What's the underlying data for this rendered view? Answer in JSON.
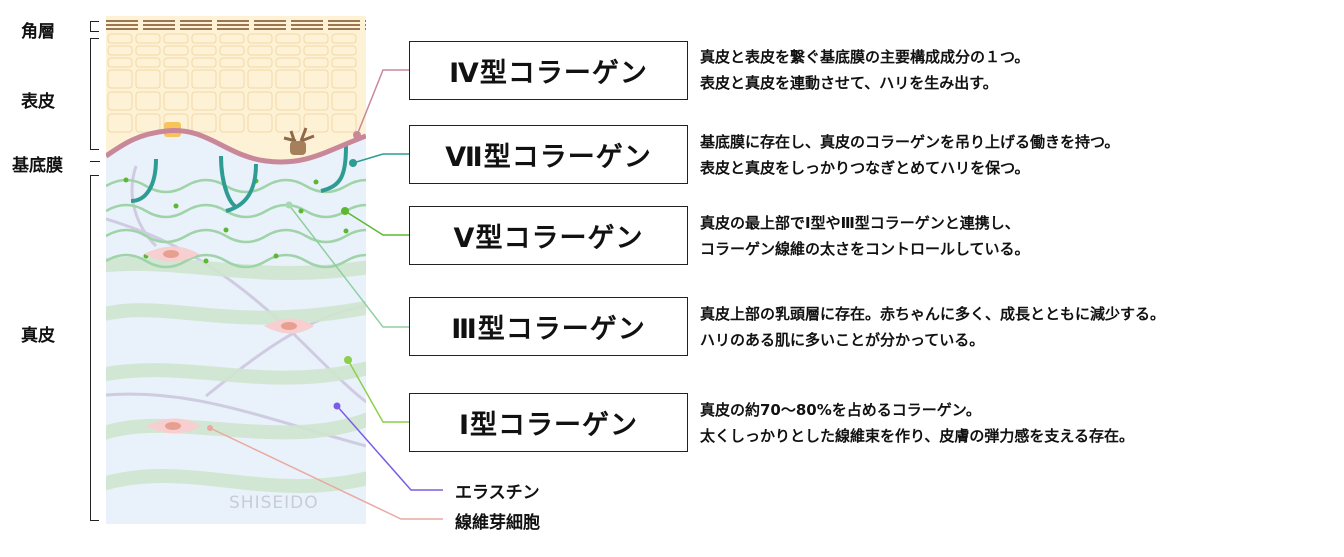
{
  "layers": {
    "stratum_corneum": "角層",
    "epidermis": "表皮",
    "basement_membrane": "基底膜",
    "dermis": "真皮"
  },
  "collagens": [
    {
      "label": "Ⅳ型コラーゲン",
      "color": "#c9879a",
      "lines": [
        "真皮と表皮を繋ぐ基底膜の主要構成成分の１つ。",
        "表皮と真皮を連動させて、ハリを生み出す。"
      ]
    },
    {
      "label": "Ⅶ型コラーゲン",
      "color": "#2e9c93",
      "lines": [
        "基底膜に存在し、真皮のコラーゲンを吊り上げる働きを持つ。",
        "表皮と真皮をしっかりつなぎとめてハリを保つ。"
      ]
    },
    {
      "label": "Ⅴ型コラーゲン",
      "color": "#5cb832",
      "lines": [
        "真皮の最上部でⅠ型やⅢ型コラーゲンと連携し、",
        "コラーゲン線維の太さをコントロールしている。"
      ]
    },
    {
      "label": "Ⅲ型コラーゲン",
      "color": "#8fcf9e",
      "lines": [
        "真皮上部の乳頭層に存在。赤ちゃんに多く、成長とともに減少する。",
        "ハリのある肌に多いことが分かっている。"
      ]
    },
    {
      "label": "Ⅰ型コラーゲン",
      "color": "#8ccf4a",
      "lines": [
        "真皮の約70〜80%を占めるコラーゲン。",
        "太くしっかりとした線維束を作り、皮膚の弾力感を支える存在。"
      ]
    }
  ],
  "others": {
    "elastin": {
      "label": "エラスチン",
      "color": "#7c5ce6"
    },
    "fibroblast": {
      "label": "線維芽細胞",
      "color": "#e8a9a0"
    }
  },
  "watermark": "SHISEIDO"
}
